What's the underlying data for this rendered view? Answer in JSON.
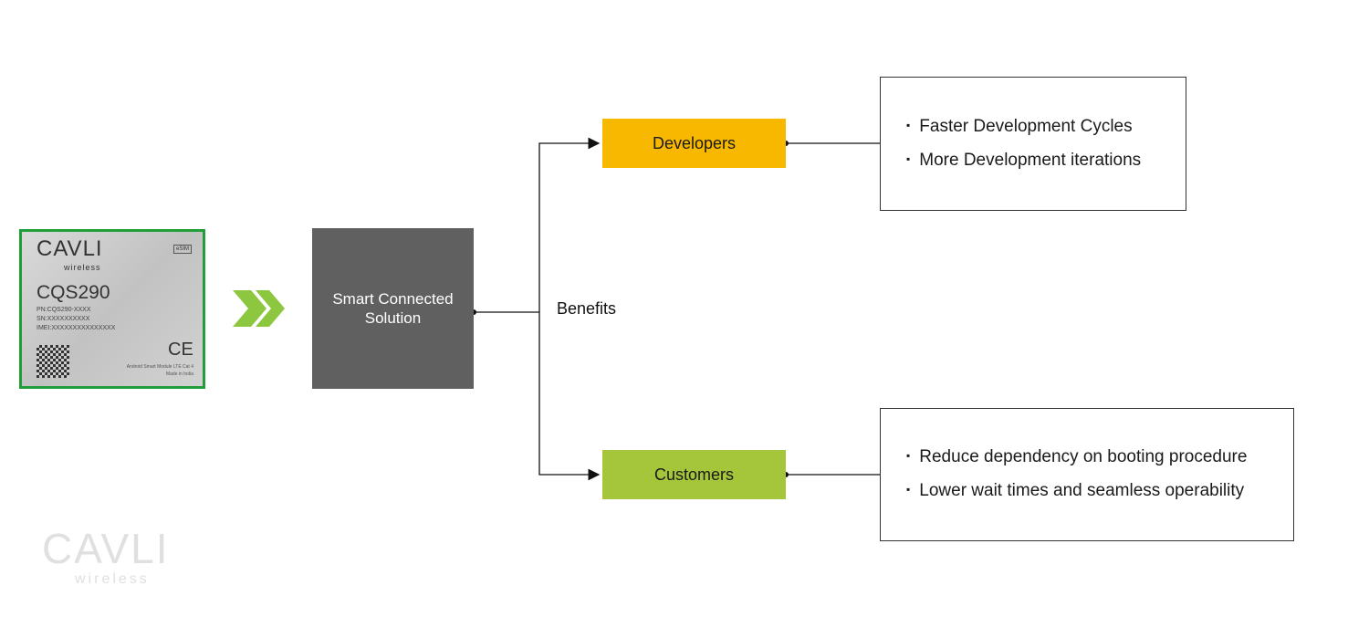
{
  "chip": {
    "logo": "CAVLI",
    "logo_sub": "wireless",
    "esim": "eSIM",
    "model": "CQS290",
    "pn": "PN:CQS290-XXXX",
    "sn": "SN:XXXXXXXXXX",
    "imei": "IMEI:XXXXXXXXXXXXXXX",
    "ce": "CE",
    "desc1": "Android Smart Module LTE Cat 4",
    "desc2": "Made in India"
  },
  "center": {
    "line1": "Smart Connected",
    "line2": "Solution"
  },
  "benefits_label": "Benefits",
  "developers": {
    "label": "Developers",
    "items": [
      "Faster Development Cycles",
      "More Development iterations"
    ]
  },
  "customers": {
    "label": "Customers",
    "items": [
      "Reduce dependency on booting procedure",
      "Lower wait times and seamless operability"
    ]
  },
  "watermark": {
    "logo": "CAVLI",
    "sub": "wireless"
  },
  "colors": {
    "developers": "#f8b800",
    "customers": "#a5c63b",
    "center": "#606060",
    "chevron": "#8dc63f",
    "chip_border": "#1f9e3a"
  }
}
